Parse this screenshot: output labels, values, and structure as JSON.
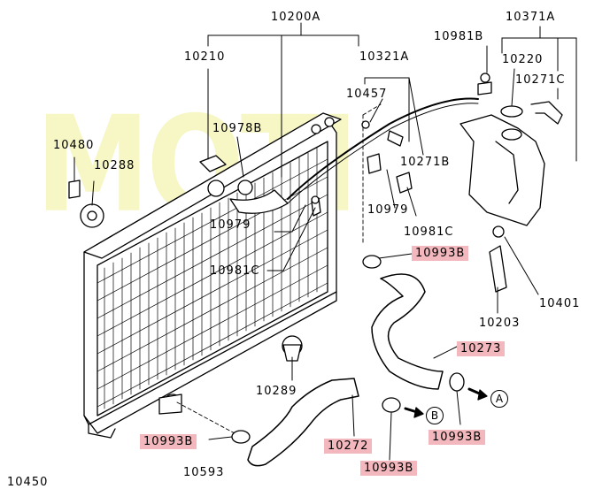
{
  "watermark": "MOTI",
  "labels": {
    "l10200A": "10200A",
    "l10371A": "10371A",
    "l10981B": "10981B",
    "l10220": "10220",
    "l10210": "10210",
    "l10321A": "10321A",
    "l10271C": "10271C",
    "l10457": "10457",
    "l10978B": "10978B",
    "l10480": "10480",
    "l10288": "10288",
    "l10271B": "10271B",
    "l10979a": "10979",
    "l10979b": "10979",
    "l10981Ca": "10981C",
    "l10981Cb": "10981C",
    "l10993B_top": "10993B",
    "l10401": "10401",
    "l10203": "10203",
    "l10273": "10273",
    "l10289": "10289",
    "l10993B_right": "10993B",
    "l10993B_left": "10993B",
    "l10272": "10272",
    "l10993B_bottom": "10993B",
    "l10593": "10593",
    "l10450": "10450"
  },
  "connectors": {
    "a": "A",
    "b": "B"
  },
  "colors": {
    "highlight": "#f3b8bd",
    "line": "#000000",
    "watermark": "#f0ee96"
  }
}
